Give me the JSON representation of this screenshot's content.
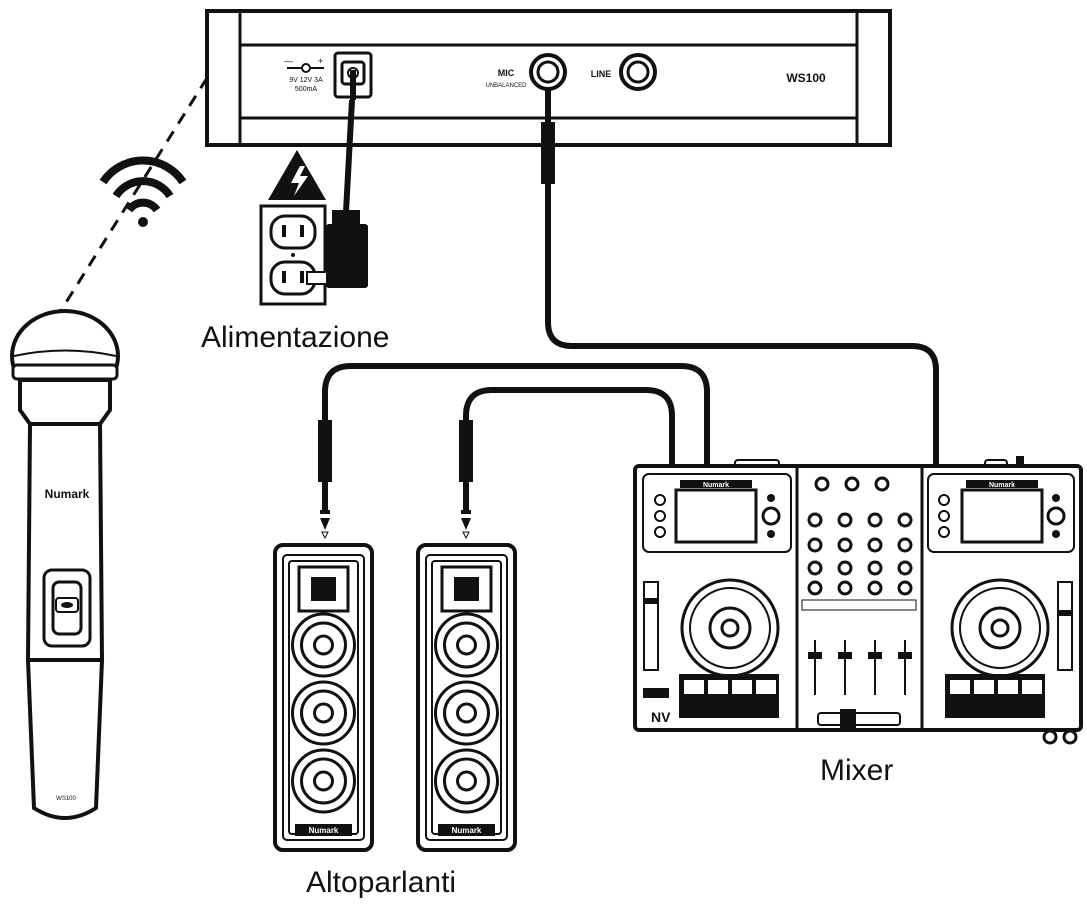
{
  "receiver": {
    "model": "WS100",
    "power_label_line1": "9V 12V 3A",
    "power_label_line2": "500mA",
    "mic_label": "MIC",
    "mic_sublabel": "UNBALANCED",
    "line_label": "LINE"
  },
  "microphone": {
    "brand": "Numark",
    "model": "WS100"
  },
  "speakers": {
    "brand": "Numark"
  },
  "mixer": {
    "brand": "Numark",
    "logo": "NV"
  },
  "labels": {
    "power": "Alimentazione",
    "speakers": "Altoparlanti",
    "mixer": "Mixer"
  },
  "icons": [
    "wifi-signal-icon",
    "high-voltage-warning-icon",
    "wall-outlet-icon",
    "power-adapter-icon"
  ]
}
